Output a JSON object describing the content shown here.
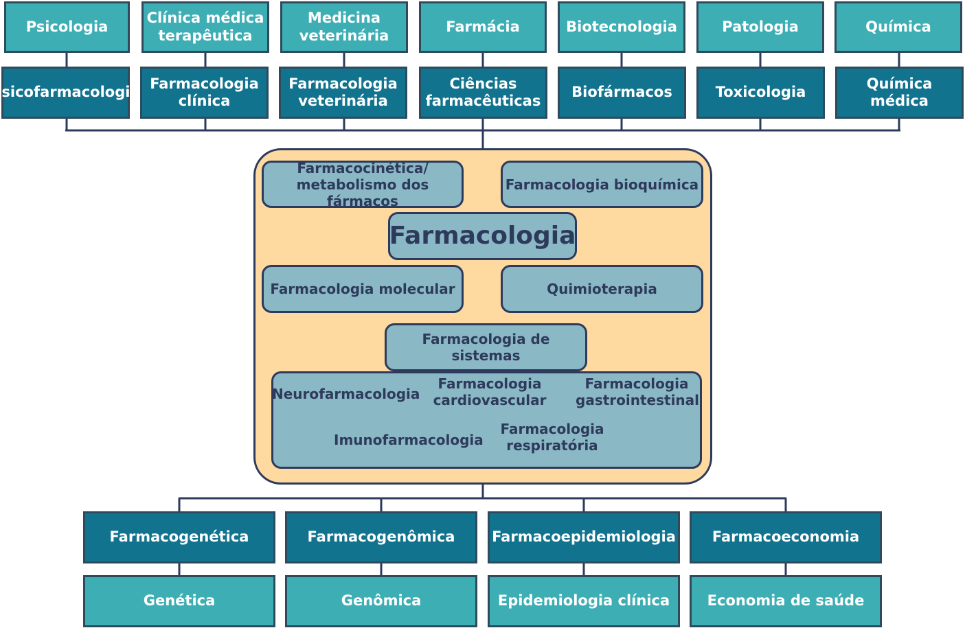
{
  "top_row": [
    "Psicologia",
    "Clínica médica terapêutica",
    "Medicina veterinária",
    "Farmácia",
    "Biotecnologia",
    "Patologia",
    "Química"
  ],
  "second_row": [
    "Psicofarmacologia",
    "Farmacologia clínica",
    "Farmacologia veterinária",
    "Ciências farmacêuticas",
    "Biofármacos",
    "Toxicologia",
    "Química médica"
  ],
  "core": {
    "title": "Farmacologia",
    "pharmacokinetics": "Farmacocinética/ metabolismo dos fármacos",
    "biochemical": "Farmacologia bioquímica",
    "molecular": "Farmacologia molecular",
    "chemotherapy": "Quimioterapia",
    "systems": "Farmacologia de sistemas",
    "subsystems": [
      "Neurofarmacologia",
      "Farmacologia cardiovascular",
      "Farmacologia gastrointestinal",
      "Imunofarmacologia",
      "Farmacologia respiratória"
    ]
  },
  "bottom_upper": [
    "Farmacogenética",
    "Farmacogenômica",
    "Farmacoepidemiologia",
    "Farmacoeconomia"
  ],
  "bottom_lower": [
    "Genética",
    "Genômica",
    "Epidemiologia clínica",
    "Economia de saúde"
  ],
  "colors": {
    "teal": "#3eaeb5",
    "dark_teal": "#12738f",
    "light_blue": "#8ab8c5",
    "peach": "#fed9a0",
    "navy": "#2e3a5c"
  }
}
